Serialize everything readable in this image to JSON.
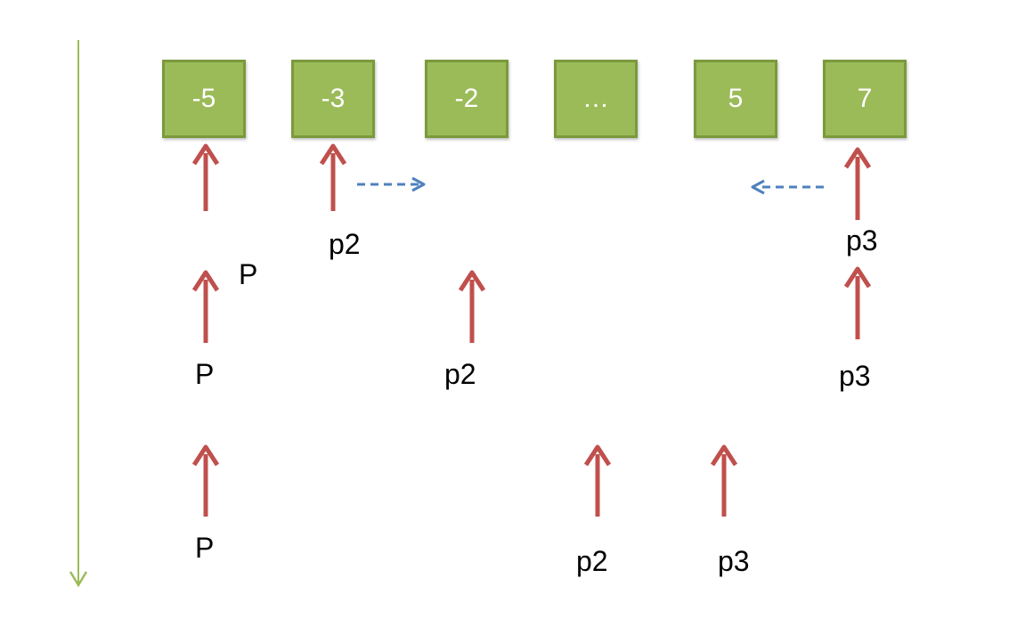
{
  "colors": {
    "cell_fill": "#9bbb59",
    "cell_border": "#7a9a3c",
    "cell_text": "#ffffff",
    "pointer_arrow": "#c0504d",
    "move_arrow": "#4f81bd",
    "time_axis": "#9bbb59"
  },
  "array": {
    "cells": [
      "-5",
      "-3",
      "-2",
      "…",
      "5",
      "7"
    ]
  },
  "labels": {
    "p_top": "P",
    "p_mid": "P",
    "p_bottom": "P",
    "p2_top": "p2",
    "p2_mid": "p2",
    "p2_bottom": "p2",
    "p3_top": "p3",
    "p3_mid": "p3",
    "p3_bottom": "p3"
  },
  "icons": {
    "pointer": "up-arrow-icon",
    "move": "dashed-arrow-icon",
    "time_axis": "down-arrow-icon"
  }
}
